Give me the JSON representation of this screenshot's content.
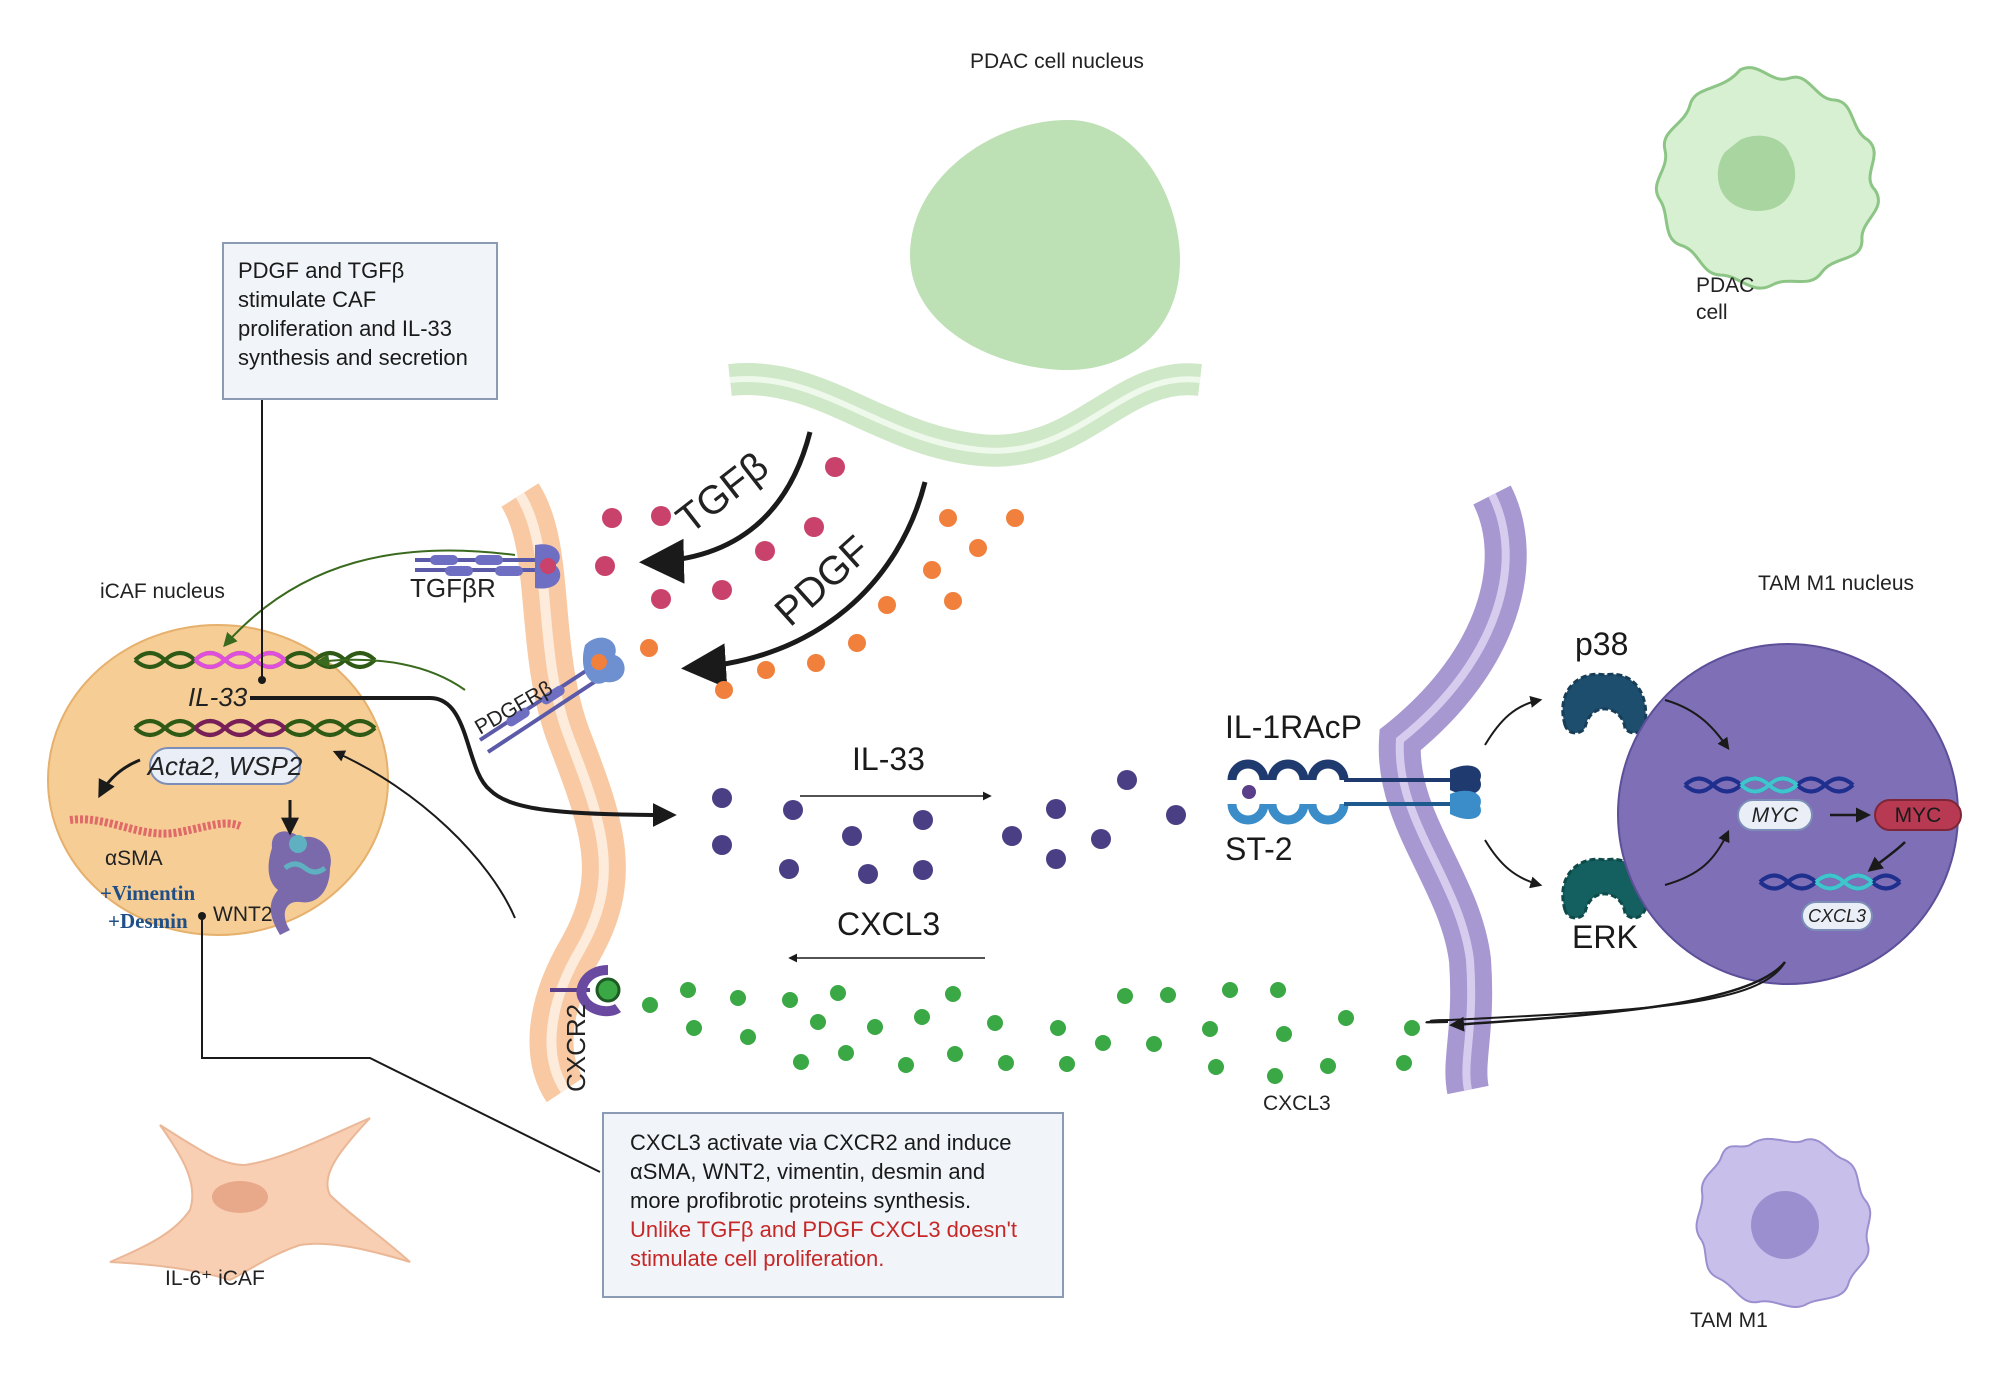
{
  "labels": {
    "pdac_nucleus": "PDAC cell nucleus",
    "pdac_cell_1": "PDAC",
    "pdac_cell_2": "cell",
    "icaf_nucleus": "iCAF nucleus",
    "tam_nucleus": "TAM M1 nucleus",
    "tgfb": "TGFβ",
    "pdgf": "PDGF",
    "tgfbr": "TGFβR",
    "pdgfrb": "PDGFRβ",
    "il33_gene": "IL-33",
    "acta2_wsp2": "Acta2, WSP2",
    "asma": "αSMA",
    "vimentin": "+Vimentin",
    "desmin": "+Desmin",
    "wnt2": "WNT2",
    "il33_flow": "IL-33",
    "il1racp": "IL-1RAcP",
    "st2": "ST-2",
    "p38": "p38",
    "erk": "ERK",
    "myc_gene": "MYC",
    "myc_protein": "MYC",
    "cxcl3_gene": "CXCL3",
    "cxcl3_flow": "CXCL3",
    "cxcl3_bottom": "CXCL3",
    "cxcr2": "CXCR2",
    "il6_icaf": "IL-6⁺ iCAF",
    "tam_m1": "TAM M1"
  },
  "box1": {
    "text": "PDGF and TGFβ stimulate CAF proliferation and IL-33 synthesis and secretion"
  },
  "box2": {
    "text": "CXCL3 activate via CXCR2 and induce αSMA, WNT2, vimentin, desmin and more profibrotic proteins synthesis.",
    "red_text": "Unlike TGFβ and PDGF CXCL3 doesn't stimulate cell proliferation."
  },
  "colors": {
    "tgfb_dot": "#c9426b",
    "pdgf_dot": "#f0803c",
    "il33_dot": "#4a3f85",
    "cxcl3_dot": "#3aa845",
    "pdac": "#bde0b5",
    "icaf_nucleus": "#f6cd94",
    "tam_nucleus": "#7e6fb6",
    "caf_membrane": "#f8c9a2",
    "tam_membrane": "#a898d2"
  }
}
